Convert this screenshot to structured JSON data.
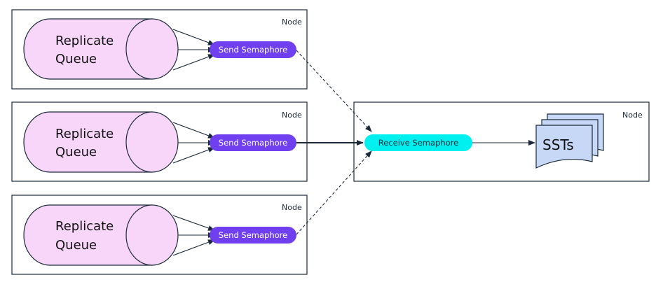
{
  "nodes": {
    "sender_1": {
      "label": "Node",
      "queue_line1": "Replicate",
      "queue_line2": "Queue",
      "send_label": "Send Semaphore"
    },
    "sender_2": {
      "label": "Node",
      "queue_line1": "Replicate",
      "queue_line2": "Queue",
      "send_label": "Send Semaphore"
    },
    "sender_3": {
      "label": "Node",
      "queue_line1": "Replicate",
      "queue_line2": "Queue",
      "send_label": "Send Semaphore"
    },
    "receiver": {
      "label": "Node",
      "receive_label": "Receive Semaphore",
      "sst_label": "SSTs"
    }
  },
  "colors": {
    "queue_fill": "#f8d6f9",
    "send_pill": "#7040f0",
    "receive_pill": "#00f0f0",
    "sst_fill": "#c6d8f6",
    "outline": "#1b2a3a"
  }
}
